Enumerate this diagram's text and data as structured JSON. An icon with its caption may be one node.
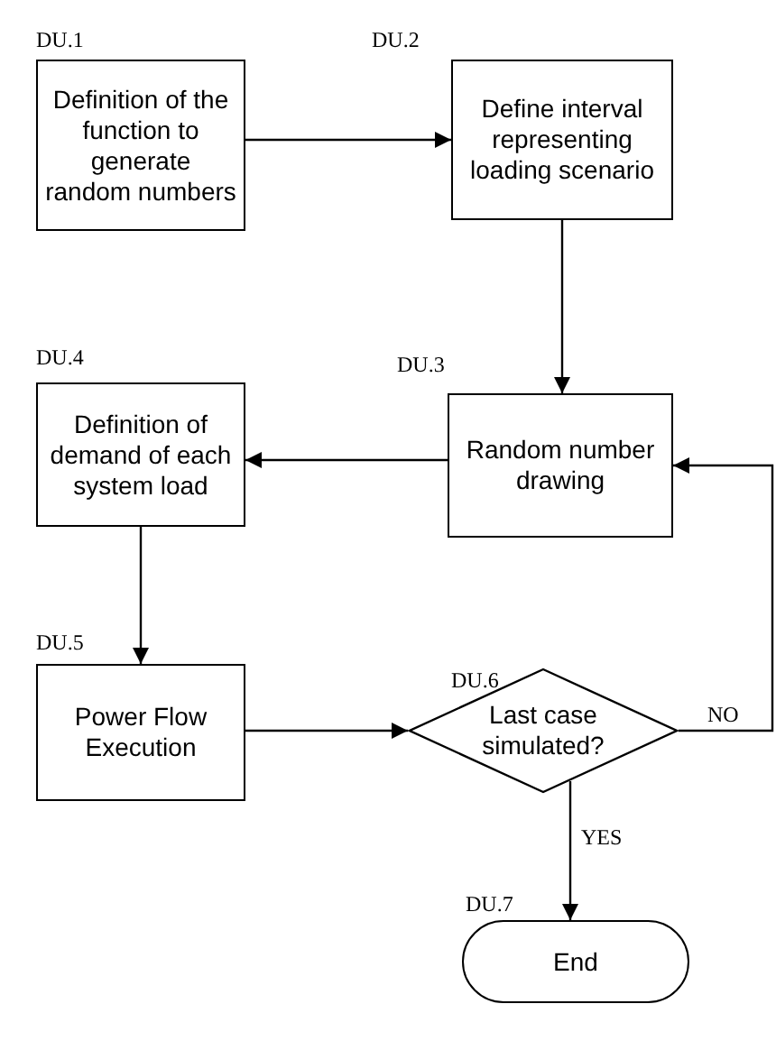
{
  "diagram": {
    "nodes": [
      {
        "text": [
          "Definition of the function to generate random numbers"
        ],
        "beside": [
          "DU.1"
        ]
      },
      {
        "text": [
          "Define interval representing loading scenario"
        ],
        "beside": [
          "DU.2"
        ]
      },
      {
        "text": [
          "Random number drawing"
        ],
        "beside": [
          "DU.3"
        ]
      },
      {
        "text": [
          "Definition of demand of each system load"
        ],
        "beside": [
          "DU.4"
        ]
      },
      {
        "text": [
          "Power Flow Execution"
        ],
        "beside": [
          "DU.5"
        ]
      },
      {
        "text": [
          "Last case simulated?"
        ],
        "beside": [
          "DU.6"
        ]
      },
      {
        "text": [
          "End"
        ],
        "beside": [
          "DU.7"
        ]
      }
    ],
    "edges": [
      {
        "from": 0,
        "to": 1,
        "arrow": "to"
      },
      {
        "from": 1,
        "to": 2,
        "arrow": "to"
      },
      {
        "from": 2,
        "to": 3,
        "arrow": "to"
      },
      {
        "from": 3,
        "to": 4,
        "arrow": "to"
      },
      {
        "from": 4,
        "to": 5,
        "arrow": "to"
      },
      {
        "from": 5,
        "to": 6,
        "arrow": "to",
        "label": "YES"
      },
      {
        "from": 5,
        "to": 2,
        "arrow": "to",
        "label": "NO"
      }
    ]
  }
}
